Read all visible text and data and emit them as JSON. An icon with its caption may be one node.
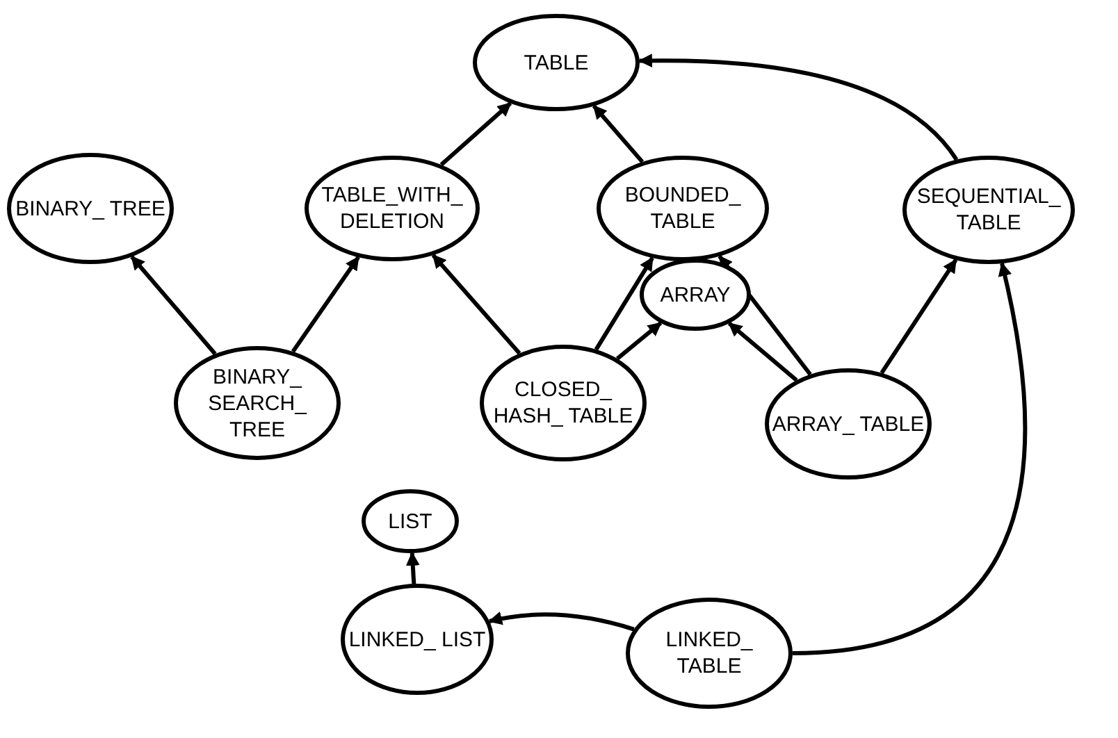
{
  "diagram": {
    "nodes": [
      {
        "text": [
          "TABLE"
        ]
      },
      {
        "text": [
          "BINARY_ TREE"
        ]
      },
      {
        "text": [
          "TABLE_WITH_ DELETION"
        ]
      },
      {
        "text": [
          "BOUNDED_ TABLE"
        ]
      },
      {
        "text": [
          "SEQUENTIAL_ TABLE"
        ]
      },
      {
        "text": [
          "ARRAY"
        ]
      },
      {
        "text": [
          "BINARY_ SEARCH_ TREE"
        ]
      },
      {
        "text": [
          "CLOSED_ HASH_ TABLE"
        ]
      },
      {
        "text": [
          "ARRAY_ TABLE"
        ]
      },
      {
        "text": [
          "LIST"
        ]
      },
      {
        "text": [
          "LINKED_ LIST"
        ]
      },
      {
        "text": [
          "LINKED_ TABLE"
        ]
      }
    ],
    "edges": [
      {
        "from": 2,
        "to": 0,
        "arrow": "to"
      },
      {
        "from": 3,
        "to": 0,
        "arrow": "to"
      },
      {
        "from": 4,
        "to": 0,
        "arrow": "to"
      },
      {
        "from": 6,
        "to": 1,
        "arrow": "to"
      },
      {
        "from": 6,
        "to": 2,
        "arrow": "to"
      },
      {
        "from": 7,
        "to": 2,
        "arrow": "to"
      },
      {
        "from": 7,
        "to": 3,
        "arrow": "to"
      },
      {
        "from": 7,
        "to": 5,
        "arrow": "to"
      },
      {
        "from": 8,
        "to": 5,
        "arrow": "to"
      },
      {
        "from": 8,
        "to": 3,
        "arrow": "to"
      },
      {
        "from": 8,
        "to": 4,
        "arrow": "to"
      },
      {
        "from": 10,
        "to": 9,
        "arrow": "to"
      },
      {
        "from": 11,
        "to": 10,
        "arrow": "to"
      },
      {
        "from": 11,
        "to": 4,
        "arrow": "to"
      }
    ]
  }
}
